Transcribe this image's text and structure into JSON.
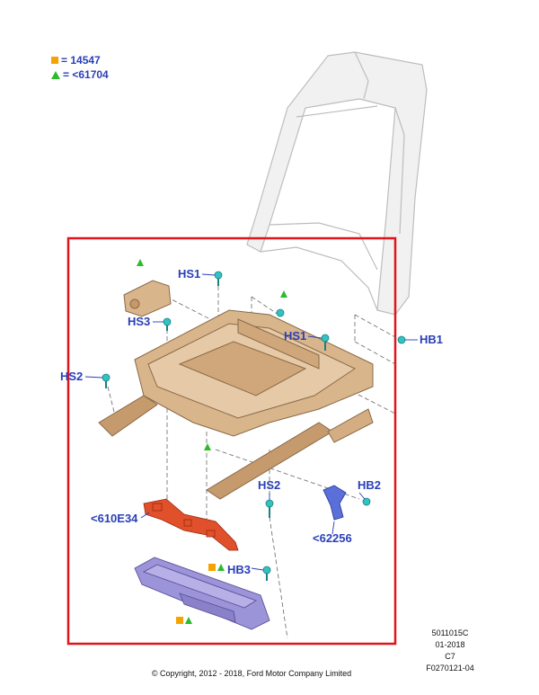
{
  "legend": [
    {
      "symbol": "orange-square",
      "text": "= 14547"
    },
    {
      "symbol": "green-triangle",
      "text": "= <61704"
    }
  ],
  "callouts": {
    "hs1_top": "HS1",
    "hs3": "HS3",
    "hs1_right": "HS1",
    "hb1": "HB1",
    "hs2_left": "HS2",
    "hs2_bottom": "HS2",
    "hb2": "HB2",
    "part_610e34": "<610E34",
    "part_62256": "<62256",
    "hb3": "HB3"
  },
  "meta": {
    "code": "5011015C",
    "date": "01-2018",
    "rev": "C7",
    "figure": "F0270121-04"
  },
  "copyright": "© Copyright, 2012 - 2018, Ford Motor Company Limited",
  "colors": {
    "label_blue": "#2a3fb8",
    "frame_red": "#e0141b",
    "orange": "#f5a300",
    "green": "#2dbb2d",
    "seat_tan": "#d9b58c",
    "harness_red": "#e0502a",
    "module_purple": "#9c94d8",
    "bracket_blue": "#5a6fd8",
    "bolt_teal": "#33c2c2"
  }
}
